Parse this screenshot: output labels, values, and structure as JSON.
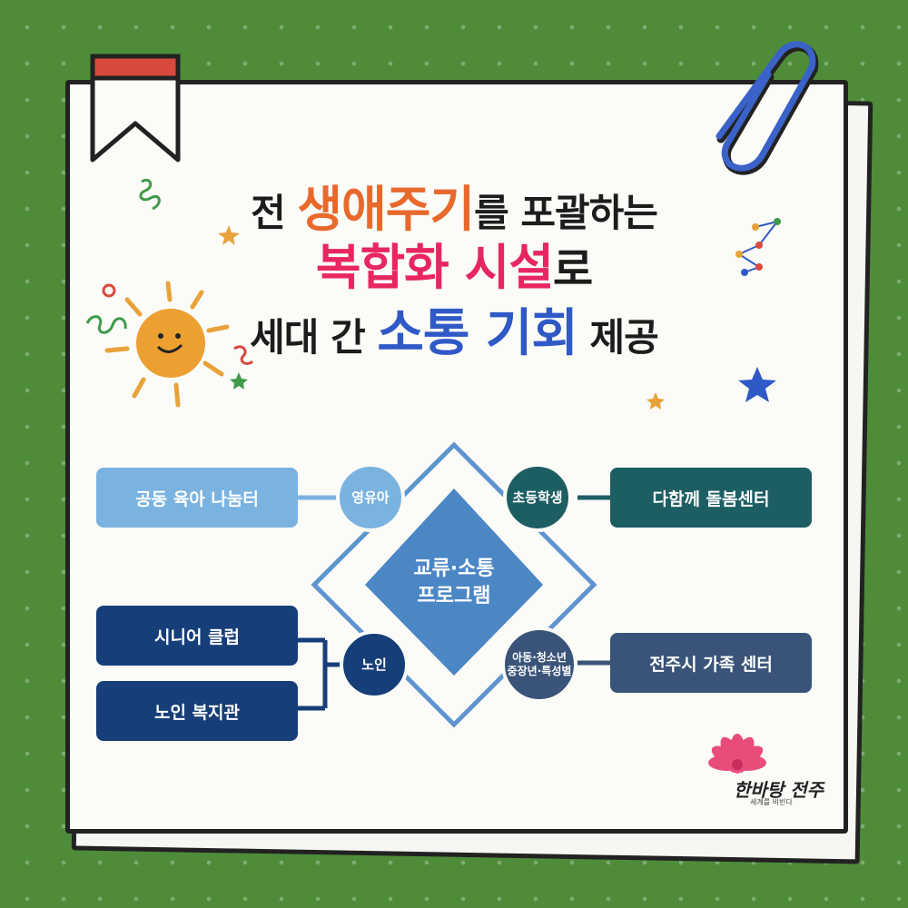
{
  "title": {
    "line1_pre": "전 ",
    "line1_highlight": "생애주기",
    "line1_post": "를 포괄하는",
    "line2_highlight": "복합화 시설",
    "line2_post": "로",
    "line3_pre": "세대 간 ",
    "line3_highlight": "소통 기회",
    "line3_post": " 제공"
  },
  "diagram": {
    "center": [
      "교류·소통",
      "프로그램"
    ],
    "nodes": {
      "infant": "영유아",
      "elementary": "초등학생",
      "senior": "노인",
      "youth_line1": "아동·청소년",
      "youth_line2": "중장년·특성별"
    },
    "boxes": {
      "childcare": "공동 육아 나눔터",
      "care_center": "다함께 돌봄센터",
      "senior_club": "시니어 클럽",
      "senior_welfare": "노인 복지관",
      "family_center": "전주시 가족 센터"
    }
  },
  "logo": {
    "text": "한바탕 전주",
    "sub": "세계를 비빈다"
  },
  "colors": {
    "background": "#4e8c3a",
    "light_blue": "#7ab3e0",
    "mid_blue": "#4b86c5",
    "teal": "#1d5e63",
    "navy": "#163e78",
    "slate": "#3a5479"
  }
}
